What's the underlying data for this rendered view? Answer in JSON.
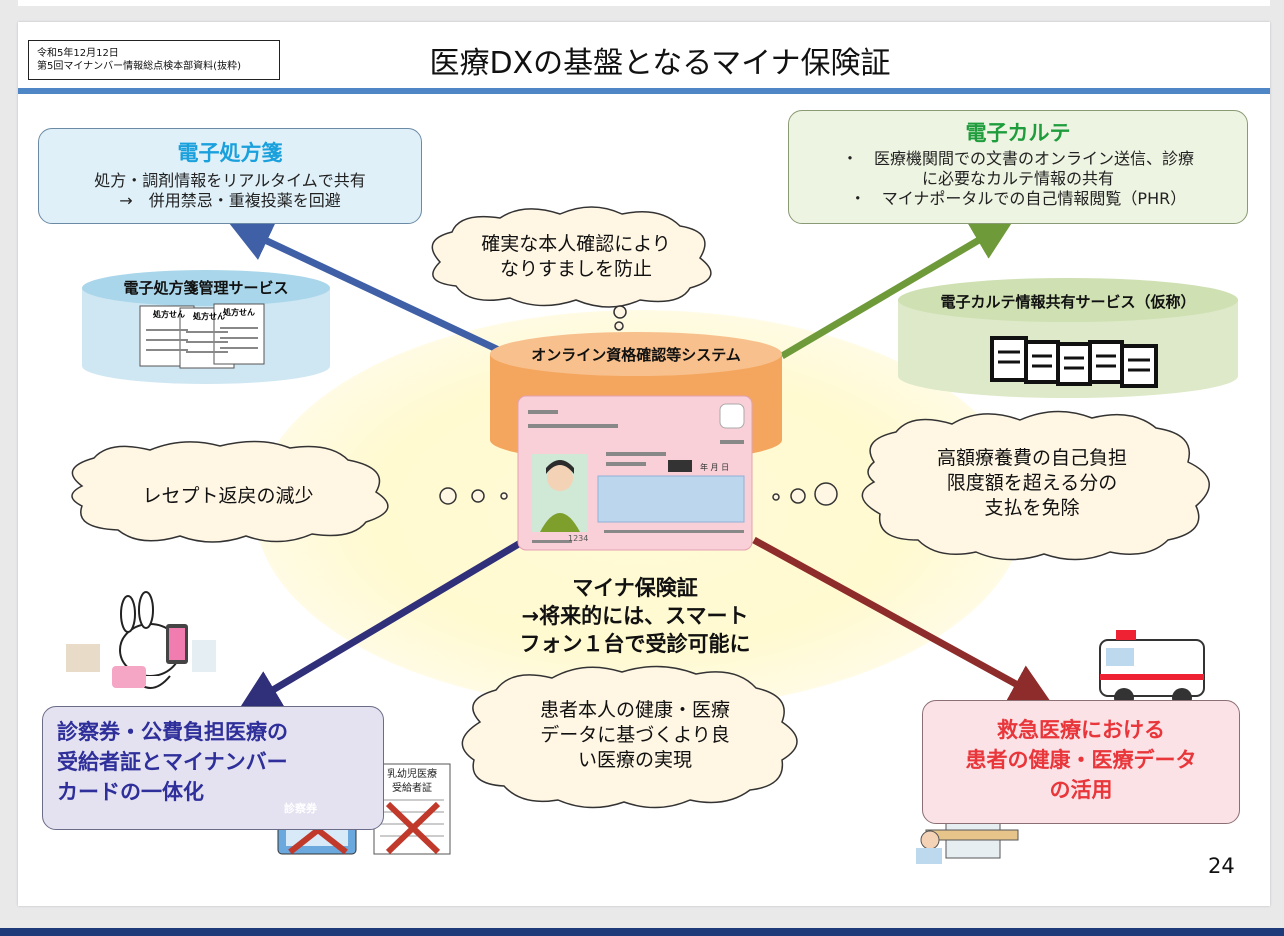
{
  "header": {
    "date_line1": "令和5年12月12日",
    "date_line2": "第5回マイナンバー情報総点検本部資料(抜粋)",
    "title": "医療DXの基盤となるマイナ保険証"
  },
  "prescription": {
    "title": "電子処方箋",
    "line1": "処方・調剤情報をリアルタイムで共有",
    "line2": "→　併用禁忌・重複投薬を回避",
    "service_label": "電子処方箋管理サービス",
    "card_label": "処方せん"
  },
  "karte": {
    "title": "電子カルテ",
    "line1": "・　医療機関間での文書のオンライン送信、診療",
    "line2": "に必要なカルテ情報の共有",
    "line3": "・　マイナポータルでの自己情報閲覧（PHR）",
    "service_label": "電子カルテ情報共有サービス（仮称）"
  },
  "center": {
    "system_label": "オンライン資格確認等システム",
    "card_number": "1234",
    "card_date": "年 月 日",
    "caption_line1": "マイナ保険証",
    "caption_line2": "→将来的には、スマート",
    "caption_line3": "フォン１台で受診可能に"
  },
  "clouds": {
    "top_line1": "確実な本人確認により",
    "top_line2": "なりすましを防止",
    "left": "レセプト返戻の減少",
    "right_line1": "高額療養費の自己負担",
    "right_line2": "限度額を超える分の",
    "right_line3": "支払を免除",
    "bottom_line1": "患者本人の健康・医療",
    "bottom_line2": "データに基づくより良",
    "bottom_line3": "い医療の実現"
  },
  "insurance": {
    "line1": "診察券・公費負担医療の",
    "line2": "受給者証とマイナンバー",
    "line3": "カードの一体化",
    "card_label": "診察券",
    "cert_line1": "乳幼児医療",
    "cert_line2": "受給者証"
  },
  "emergency": {
    "line1": "救急医療における",
    "line2": "患者の健康・医療データ",
    "line3": "の活用"
  },
  "page_number": "24",
  "colors": {
    "rx_title": "#1aa0dc",
    "karte_title": "#1f9c3c",
    "insure_text": "#2e2f9a",
    "emerg_text": "#e8363a",
    "arrow_blue": "#3f5fa6",
    "arrow_green": "#6f9a3a",
    "arrow_navy": "#2f2f7a",
    "arrow_red": "#8e2b2b"
  }
}
